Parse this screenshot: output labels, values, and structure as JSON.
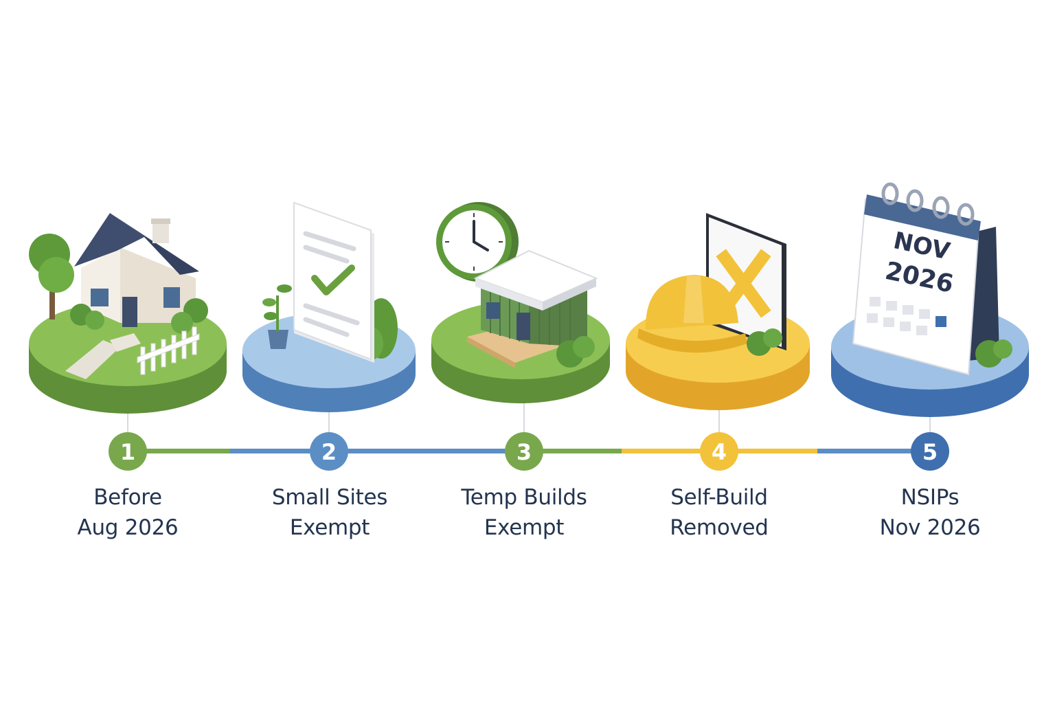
{
  "colors": {
    "green": "#79a84c",
    "blue": "#5b8ec4",
    "yellow": "#f2c23a",
    "darkBlue": "#3f6fae",
    "label": "#23344f"
  },
  "steps": [
    {
      "number": "1",
      "line1": "Before",
      "line2": "Aug 2026",
      "color": "green",
      "icon": "house-with-tree-icon"
    },
    {
      "number": "2",
      "line1": "Small Sites",
      "line2": "Exempt",
      "color": "blue",
      "icon": "approved-document-icon"
    },
    {
      "number": "3",
      "line1": "Temp Builds",
      "line2": "Exempt",
      "color": "green",
      "icon": "clock-and-cabin-icon"
    },
    {
      "number": "4",
      "line1": "Self-Build",
      "line2": "Removed",
      "color": "yellow",
      "icon": "hard-hat-and-rejected-sign-icon"
    },
    {
      "number": "5",
      "line1": "NSIPs",
      "line2": "Nov 2026",
      "color": "darkBlue",
      "icon": "calendar-icon"
    }
  ],
  "calendar": {
    "month": "NOV",
    "year": "2026"
  }
}
